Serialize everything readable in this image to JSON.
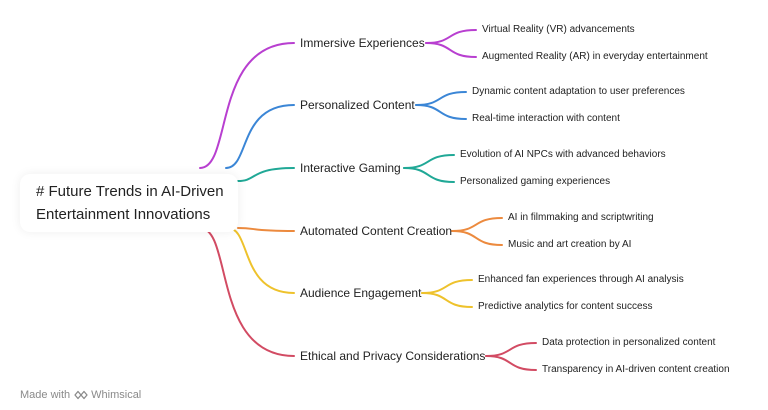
{
  "root": {
    "text": "# Future Trends in AI-Driven Entertainment Innovations"
  },
  "branches": [
    {
      "label": "Immersive Experiences",
      "color": "#b83fd0",
      "children": [
        "Virtual Reality (VR) advancements",
        "Augmented Reality (AR) in everyday entertainment"
      ]
    },
    {
      "label": "Personalized Content",
      "color": "#3b86d6",
      "children": [
        "Dynamic content adaptation to user preferences",
        "Real-time interaction with content"
      ]
    },
    {
      "label": "Interactive Gaming",
      "color": "#20a896",
      "children": [
        "Evolution of AI NPCs with advanced behaviors",
        "Personalized gaming experiences"
      ]
    },
    {
      "label": "Automated Content Creation",
      "color": "#ec8a3e",
      "children": [
        "AI in filmmaking and scriptwriting",
        "Music and art creation by AI"
      ]
    },
    {
      "label": "Audience Engagement",
      "color": "#eec22c",
      "children": [
        "Enhanced fan experiences through AI analysis",
        "Predictive analytics for content success"
      ]
    },
    {
      "label": "Ethical and Privacy Considerations",
      "color": "#d24b63",
      "children": [
        "Data protection in personalized content",
        "Transparency in AI-driven content creation"
      ]
    }
  ],
  "footer": {
    "made_with": "Made with",
    "brand": "Whimsical",
    "brand_icon": "whimsical-logo-icon",
    "muted_color": "#8a8a8a"
  }
}
